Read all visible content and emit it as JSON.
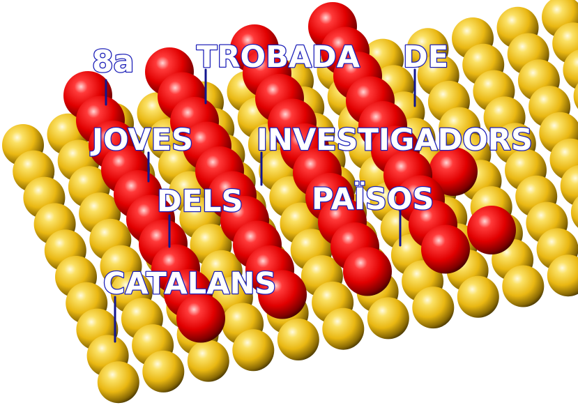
{
  "title_words": [
    {
      "id": "8a",
      "text": "8a"
    },
    {
      "id": "trobada",
      "text": "TROBADA"
    },
    {
      "id": "de",
      "text": "DE"
    },
    {
      "id": "joves",
      "text": "JOVES"
    },
    {
      "id": "investigadors",
      "text": "INVESTIGADORS"
    },
    {
      "id": "dels",
      "text": "DELS"
    },
    {
      "id": "paisos",
      "text": "PAÏSOS"
    },
    {
      "id": "catalans",
      "text": "CATALANS"
    }
  ],
  "colors": {
    "substrate_atom": "#f2c318",
    "adatom": "#e60a0a",
    "label_fill": "#ffffff",
    "label_outline": "#1c1fb8",
    "pin_line": "#12168f",
    "background": "#ffffff"
  }
}
